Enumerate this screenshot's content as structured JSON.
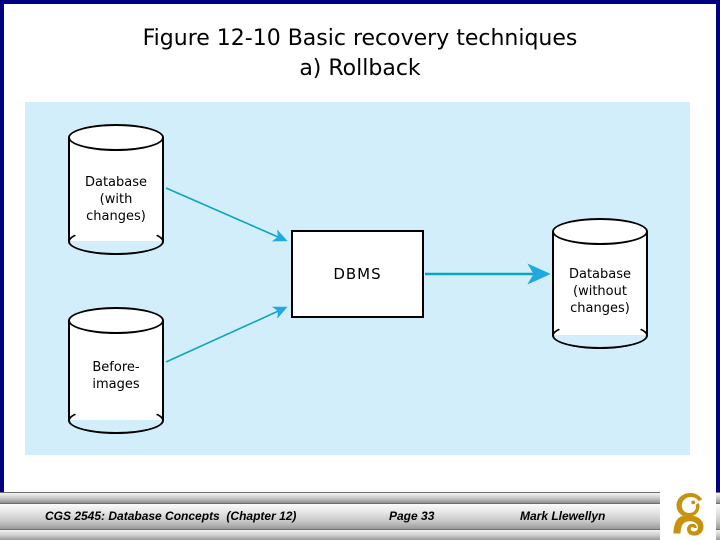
{
  "slide": {
    "title_line_1": "Figure 12-10 Basic recovery techniques",
    "title_line_2": "a) Rollback"
  },
  "diagram": {
    "nodes": {
      "database_with_changes": "Database\n(with\nchanges)",
      "before_images": "Before-\nimages",
      "dbms": "DBMS",
      "database_without_changes": "Database\n(without\nchanges)"
    },
    "edges": [
      {
        "name": "db-changes-to-dbms",
        "from": "database_with_changes",
        "to": "dbms",
        "style": "arrow"
      },
      {
        "name": "before-images-to-dbms",
        "from": "before_images",
        "to": "dbms",
        "style": "arrow"
      },
      {
        "name": "dbms-to-db-without-changes",
        "from": "dbms",
        "to": "database_without_changes",
        "style": "arrow"
      }
    ],
    "colors": {
      "panel_background": "#d3eefb",
      "node_fill": "#ffffff",
      "node_stroke": "#000000",
      "arrow_line": "#0da5bd",
      "arrow_head": "#22a8e0"
    }
  },
  "footer": {
    "course": "CGS 2545: Database Concepts  (Chapter 12)",
    "page": "Page 33",
    "author": "Mark Llewellyn",
    "logo_name": "ucf-pegasus-logo",
    "logo_color": "#c89211"
  },
  "theme": {
    "frame_color": "#000080",
    "background": "#ffffff",
    "title_color": "#000000"
  }
}
